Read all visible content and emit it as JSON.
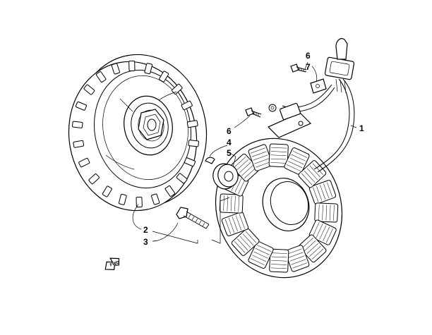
{
  "diagram": {
    "callouts": {
      "c1": "1",
      "c2": "2",
      "c3": "3",
      "c4": "4",
      "c5": "5",
      "c6a": "6",
      "c6b": "6",
      "c7": "7"
    },
    "fwd_label": "FWD"
  }
}
